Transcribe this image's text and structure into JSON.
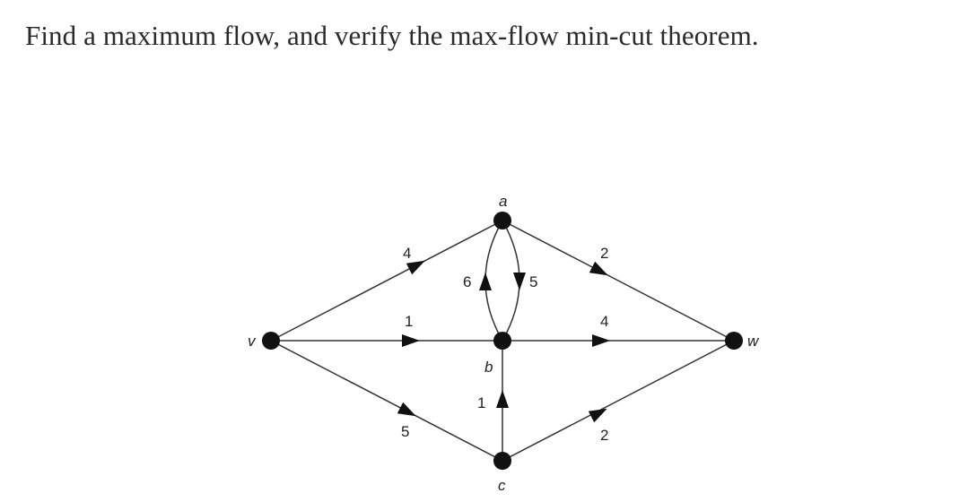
{
  "question": "Find a maximum flow, and verify the max-flow min-cut theorem.",
  "graph": {
    "nodes": [
      {
        "id": "v",
        "label": "v"
      },
      {
        "id": "a",
        "label": "a"
      },
      {
        "id": "b",
        "label": "b"
      },
      {
        "id": "c",
        "label": "c"
      },
      {
        "id": "w",
        "label": "w"
      }
    ],
    "edges": [
      {
        "id": "va",
        "from": "v",
        "to": "a",
        "capacity": "4"
      },
      {
        "id": "vb",
        "from": "v",
        "to": "b",
        "capacity": "1"
      },
      {
        "id": "vc",
        "from": "v",
        "to": "c",
        "capacity": "5"
      },
      {
        "id": "ba",
        "from": "b",
        "to": "a",
        "capacity": "6"
      },
      {
        "id": "ab",
        "from": "a",
        "to": "b",
        "capacity": "5"
      },
      {
        "id": "aw",
        "from": "a",
        "to": "w",
        "capacity": "2"
      },
      {
        "id": "bw",
        "from": "b",
        "to": "w",
        "capacity": "4"
      },
      {
        "id": "cb",
        "from": "c",
        "to": "b",
        "capacity": "1"
      },
      {
        "id": "cw",
        "from": "c",
        "to": "w",
        "capacity": "2"
      }
    ]
  }
}
